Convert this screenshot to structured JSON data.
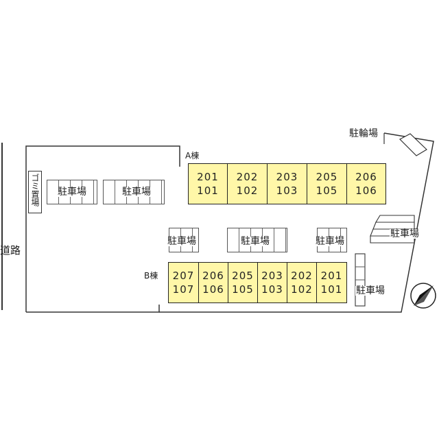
{
  "road_label": "道路",
  "trash_label": "ゴミ置場",
  "bike_parking_label": "駐輪場",
  "parking_label": "駐車場",
  "building_a": {
    "label": "A棟",
    "units": [
      {
        "upper": "201",
        "lower": "101"
      },
      {
        "upper": "202",
        "lower": "102"
      },
      {
        "upper": "203",
        "lower": "103"
      },
      {
        "upper": "205",
        "lower": "105"
      },
      {
        "upper": "206",
        "lower": "106"
      }
    ]
  },
  "building_b": {
    "label": "B棟",
    "units": [
      {
        "upper": "207",
        "lower": "107"
      },
      {
        "upper": "206",
        "lower": "106"
      },
      {
        "upper": "205",
        "lower": "105"
      },
      {
        "upper": "203",
        "lower": "103"
      },
      {
        "upper": "202",
        "lower": "102"
      },
      {
        "upper": "201",
        "lower": "101"
      }
    ]
  },
  "colors": {
    "unit_fill": "#fff7a8",
    "line": "#333333"
  },
  "icons": {
    "compass": "north-arrow-icon"
  }
}
